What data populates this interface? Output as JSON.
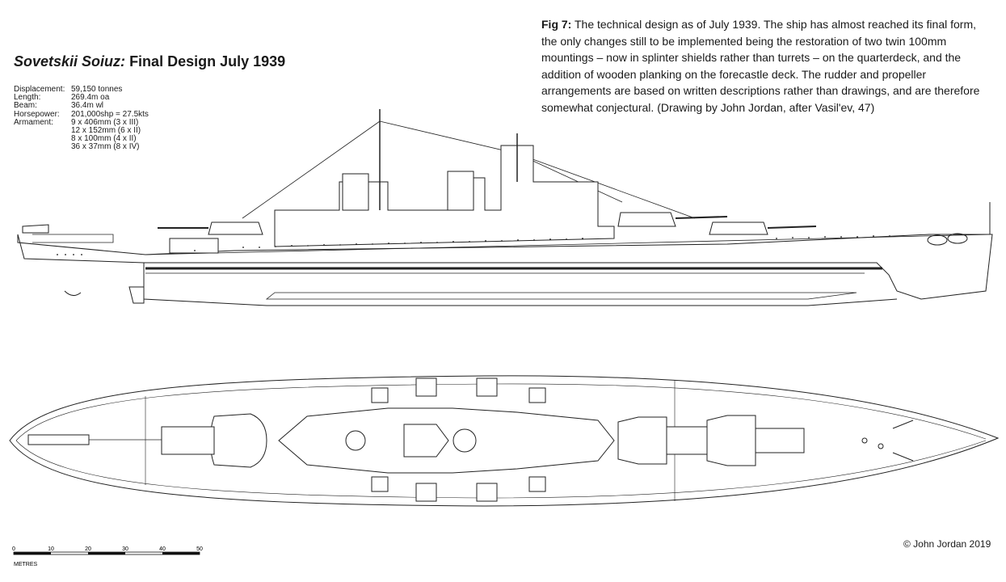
{
  "title": {
    "ship_name": "Sovetskii Soiuz:",
    "subtitle": "Final Design July 1939"
  },
  "specs": [
    {
      "label": "Displacement:",
      "values": [
        "59,150 tonnes"
      ]
    },
    {
      "label": "Length:",
      "values": [
        "269.4m oa"
      ]
    },
    {
      "label": "Beam:",
      "values": [
        "36.4m wl"
      ]
    },
    {
      "label": "Horsepower:",
      "values": [
        "201,000shp = 27.5kts"
      ]
    },
    {
      "label": "Armament:",
      "values": [
        "9 x 406mm (3 x III)",
        "12 x 152mm (6 x II)",
        "8 x 100mm (4 x II)",
        "36 x 37mm (8 x IV)"
      ]
    }
  ],
  "caption": {
    "lead": "Fig 7:",
    "body": "The technical design as of July 1939. The ship has almost reached its final form, the only changes still to be implemented being the restoration of two twin 100mm mountings – now in splinter shields rather than turrets – on the quarterdeck, and the addition of wooden planking on the forecastle deck. The rudder and propeller arrangements are based on written descriptions rather than drawings, and are therefore somewhat conjectural.",
    "credit": "(Drawing by John Jordan, after Vasil'ev, 47)"
  },
  "scale_bar": {
    "ticks": [
      "0",
      "10",
      "20",
      "30",
      "40",
      "50"
    ],
    "unit": "METRES"
  },
  "copyright": "© John Jordan 2019"
}
